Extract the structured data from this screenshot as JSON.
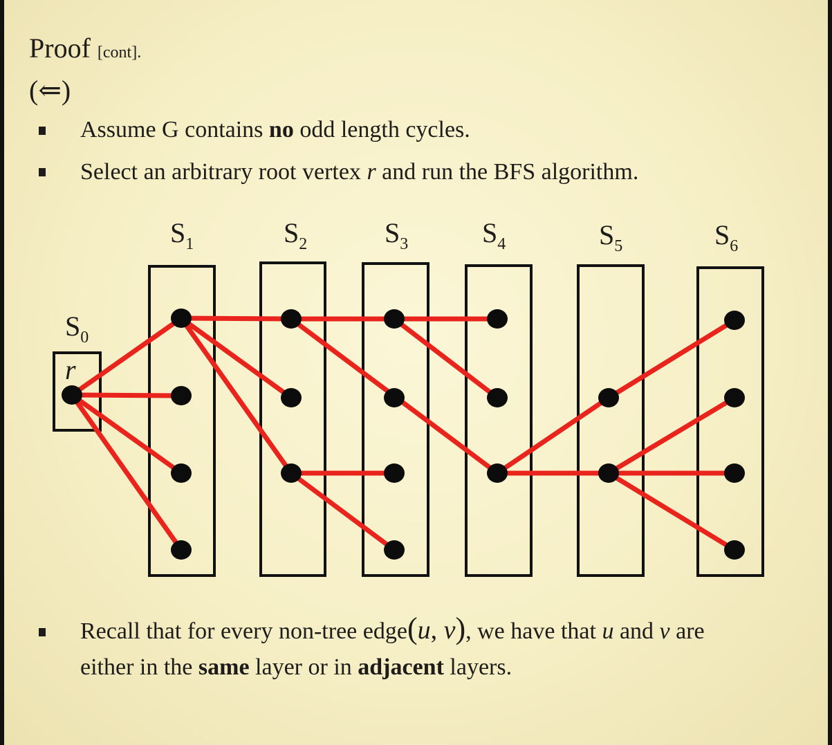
{
  "title": {
    "main": "Proof",
    "suffix": "[cont]."
  },
  "direction": "(⇐)",
  "bullets": [
    {
      "parts": [
        "Assume G contains ",
        "no",
        " odd length cycles."
      ]
    },
    {
      "parts": [
        "Select an arbitrary root vertex ",
        "r",
        " and run the BFS algorithm."
      ]
    },
    {
      "line1": [
        "Recall that for every non-tree edge",
        "(",
        "u",
        ", ",
        "v",
        ")",
        ", we have that ",
        "u",
        " and ",
        "v",
        " are"
      ],
      "line2": [
        "either in the ",
        "same",
        " layer or in ",
        "adjacent",
        " layers."
      ]
    }
  ],
  "diagram": {
    "root_label": "r",
    "layers": [
      {
        "letter": "S",
        "index": "0"
      },
      {
        "letter": "S",
        "index": "1"
      },
      {
        "letter": "S",
        "index": "2"
      },
      {
        "letter": "S",
        "index": "3"
      },
      {
        "letter": "S",
        "index": "4"
      },
      {
        "letter": "S",
        "index": "5"
      },
      {
        "letter": "S",
        "index": "6"
      }
    ],
    "colors": {
      "edge": "#e8241c",
      "node": "#0c0c0c",
      "box": "#111111"
    }
  }
}
